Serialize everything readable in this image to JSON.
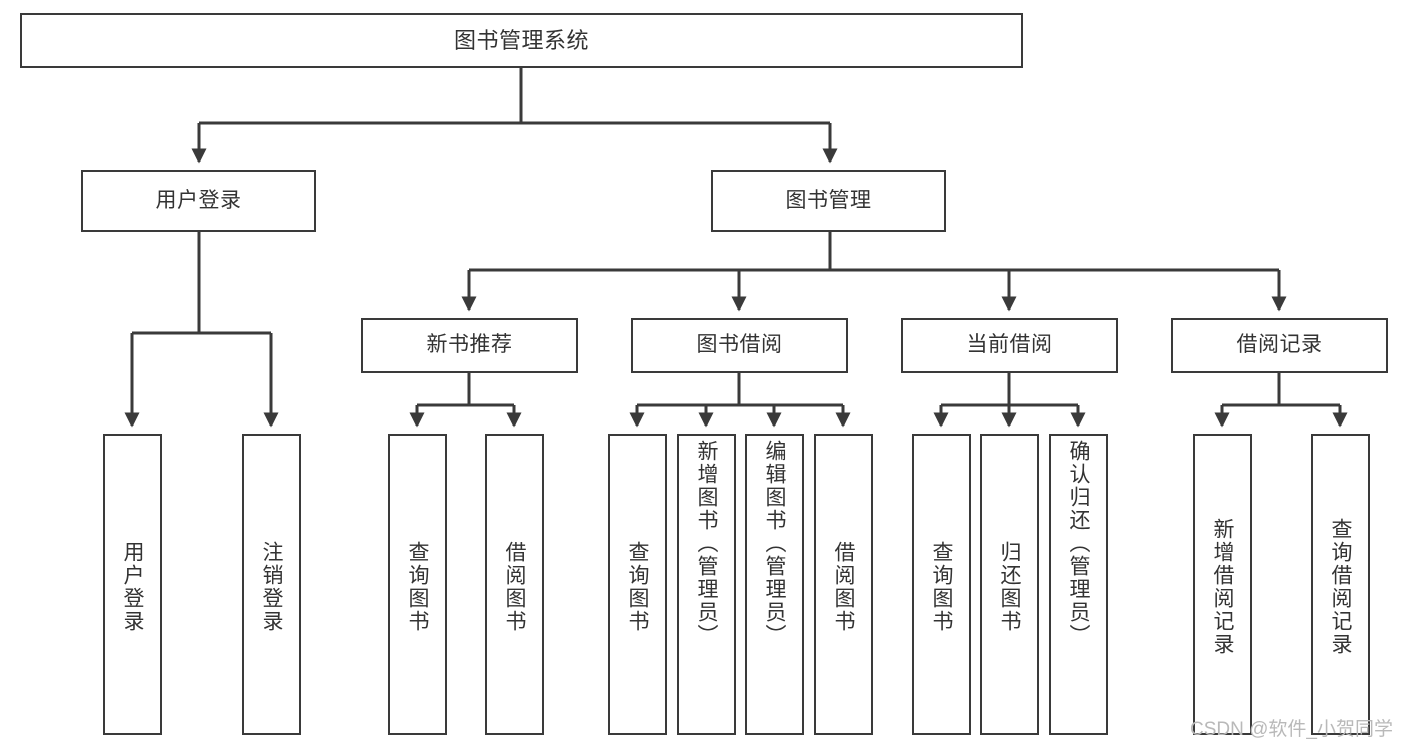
{
  "diagram": {
    "title": "图书管理系统",
    "type": "hierarchy-tree",
    "colors": {
      "box_border": "#3a3a3a",
      "box_fill": "#ffffff",
      "connector": "#3a3a3a",
      "text": "#333333",
      "watermark": "#b9b9b9"
    },
    "levels": {
      "root": {
        "label": "图书管理系统"
      },
      "level2": [
        {
          "id": "user-login",
          "label": "用户登录"
        },
        {
          "id": "book-management",
          "label": "图书管理"
        }
      ],
      "level3": [
        {
          "id": "new-book-recommend",
          "label": "新书推荐",
          "parent": "book-management"
        },
        {
          "id": "book-borrow",
          "label": "图书借阅",
          "parent": "book-management"
        },
        {
          "id": "current-borrow",
          "label": "当前借阅",
          "parent": "book-management"
        },
        {
          "id": "borrow-record",
          "label": "借阅记录",
          "parent": "book-management"
        }
      ],
      "leaves": [
        {
          "id": "leaf-user-login",
          "label": "用户登录",
          "parent": "user-login"
        },
        {
          "id": "leaf-logout",
          "label": "注销登录",
          "parent": "user-login"
        },
        {
          "id": "leaf-query-books-1",
          "label": "查询图书",
          "parent": "new-book-recommend"
        },
        {
          "id": "leaf-borrow-books-1",
          "label": "借阅图书",
          "parent": "new-book-recommend"
        },
        {
          "id": "leaf-query-books-2",
          "label": "查询图书",
          "parent": "book-borrow"
        },
        {
          "id": "leaf-add-book",
          "label": "新增图书（管理员）",
          "parent": "book-borrow"
        },
        {
          "id": "leaf-edit-book",
          "label": "编辑图书（管理员）",
          "parent": "book-borrow"
        },
        {
          "id": "leaf-borrow-books-2",
          "label": "借阅图书",
          "parent": "book-borrow"
        },
        {
          "id": "leaf-query-books-3",
          "label": "查询图书",
          "parent": "current-borrow"
        },
        {
          "id": "leaf-return-book",
          "label": "归还图书",
          "parent": "current-borrow"
        },
        {
          "id": "leaf-confirm-return",
          "label": "确认归还（管理员）",
          "parent": "current-borrow"
        },
        {
          "id": "leaf-add-record",
          "label": "新增借阅记录",
          "parent": "borrow-record"
        },
        {
          "id": "leaf-query-record",
          "label": "查询借阅记录",
          "parent": "borrow-record"
        }
      ]
    },
    "watermark": "CSDN @软件_小贺同学"
  }
}
